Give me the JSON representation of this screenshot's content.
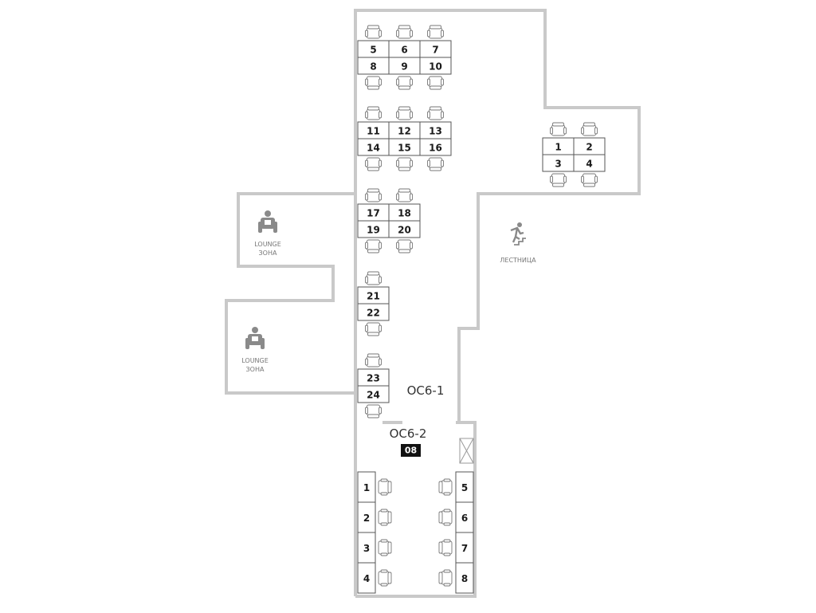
{
  "rooms": {
    "oc61": {
      "label": "ОС6-1"
    },
    "oc62": {
      "label": "ОС6-2",
      "badge": "08"
    }
  },
  "zones": {
    "lounge1": {
      "line1": "LOUNGE",
      "line2": "ЗОНА",
      "icon": "lounge-chair-person-icon"
    },
    "lounge2": {
      "line1": "LOUNGE",
      "line2": "ЗОНА",
      "icon": "lounge-chair-person-icon"
    },
    "stairs": {
      "label": "ЛЕСТНИЦА",
      "icon": "stairs-person-icon"
    }
  },
  "desks_oc61": {
    "groupA": [
      "5",
      "6",
      "7",
      "8",
      "9",
      "10"
    ],
    "groupB": [
      "11",
      "12",
      "13",
      "14",
      "15",
      "16"
    ],
    "groupC": [
      "17",
      "18",
      "19",
      "20"
    ],
    "groupD": [
      "21",
      "22"
    ],
    "groupE": [
      "23",
      "24"
    ],
    "groupRight": [
      "1",
      "2",
      "3",
      "4"
    ]
  },
  "desks_oc62": {
    "left": [
      "1",
      "2",
      "3",
      "4"
    ],
    "right": [
      "5",
      "6",
      "7",
      "8"
    ]
  },
  "colors": {
    "wall": "#c9c9c9",
    "badge": "#111111",
    "icon": "#8a8a8a"
  }
}
